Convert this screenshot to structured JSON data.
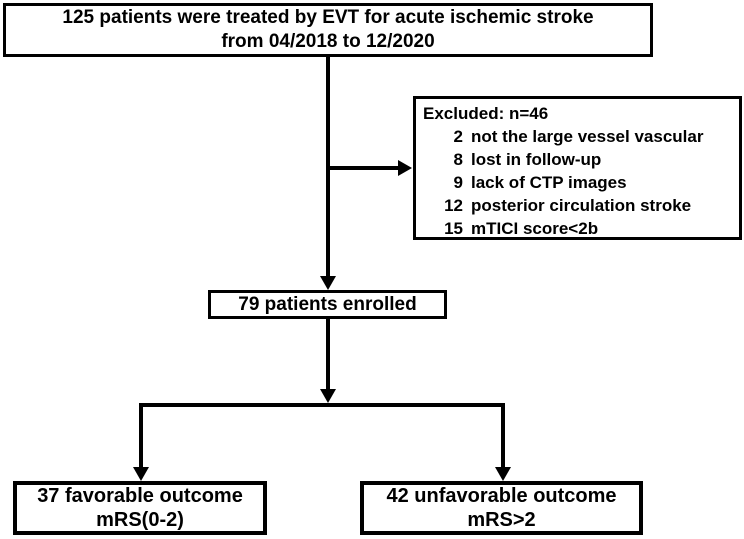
{
  "flowchart": {
    "colors": {
      "line": "#000000",
      "background": "#ffffff",
      "box_background": "#ffffff"
    },
    "top_box": {
      "line1": "125 patients were treated by EVT for acute ischemic stroke",
      "line2": "from 04/2018 to 12/2020"
    },
    "excluded_box": {
      "title": "Excluded: n=46",
      "items": [
        {
          "count": "2",
          "reason": "not the large vessel vascular"
        },
        {
          "count": "8",
          "reason": "lost in follow-up"
        },
        {
          "count": "9",
          "reason": "lack of CTP images"
        },
        {
          "count": "12",
          "reason": "posterior circulation stroke"
        },
        {
          "count": "15",
          "reason": "mTICI score<2b"
        }
      ]
    },
    "enrolled_box": {
      "label": "79 patients enrolled"
    },
    "favorable_box": {
      "line1": "37 favorable outcome",
      "line2": "mRS(0-2)"
    },
    "unfavorable_box": {
      "line1": "42 unfavorable outcome",
      "line2": "mRS>2"
    }
  }
}
